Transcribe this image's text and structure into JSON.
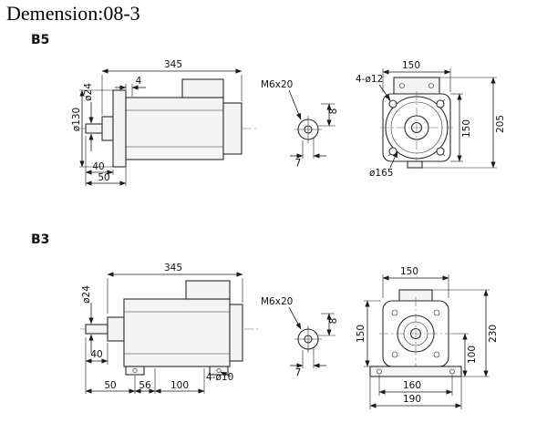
{
  "title": "Demension:08-3",
  "sections": {
    "b5": {
      "label": "B5",
      "side": {
        "total_length": "345",
        "dim_4": "4",
        "shaft_dia": "ø24",
        "flange_dia": "ø130",
        "dim_40": "40",
        "dim_50": "50"
      },
      "thread": {
        "label": "M6x20",
        "dim_8": "8",
        "dim_7": "7"
      },
      "front": {
        "width": "150",
        "holes": "4-ø12",
        "total_height": "205",
        "height": "150",
        "spigot_dia": "ø165"
      }
    },
    "b3": {
      "label": "B3",
      "side": {
        "total_length": "345",
        "shaft_dia": "ø24",
        "dim_40": "40",
        "dim_50": "50",
        "dim_56": "56",
        "dim_100": "100",
        "holes": "4-ø10"
      },
      "thread": {
        "label": "M6x20",
        "dim_8": "8",
        "dim_7": "7"
      },
      "front": {
        "width": "150",
        "height": "150",
        "total_height": "230",
        "center_height": "100",
        "hole_span": "160",
        "base_width": "190"
      }
    }
  }
}
